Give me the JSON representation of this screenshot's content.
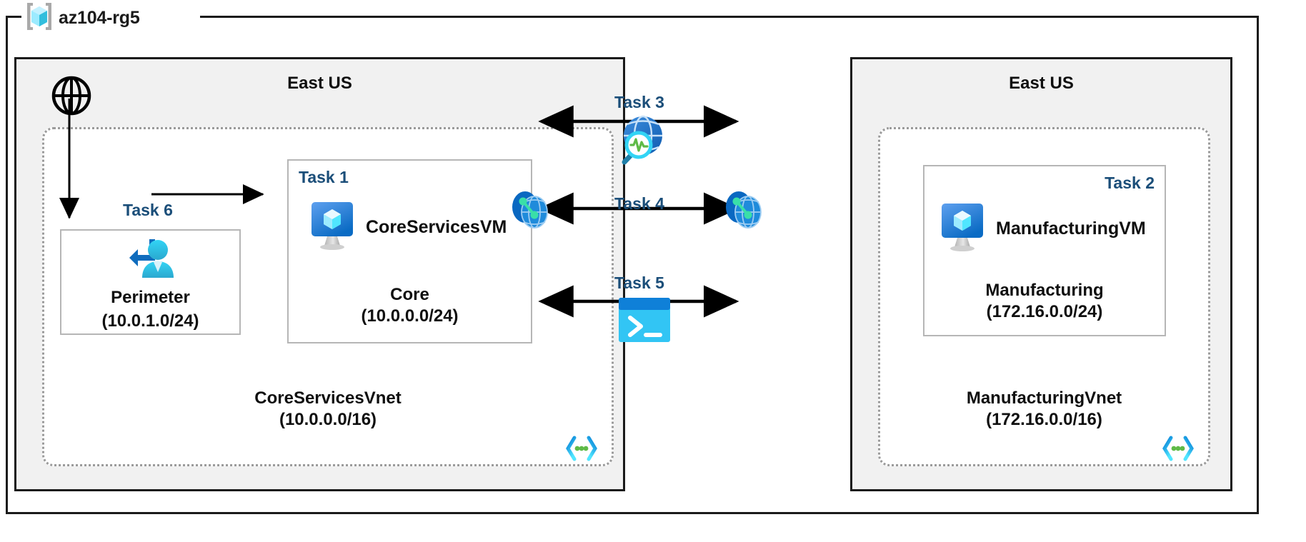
{
  "resource_group": {
    "name": "az104-rg5",
    "icon": "azure-resource-group-icon"
  },
  "regions": [
    {
      "id": "left",
      "title": "East US"
    },
    {
      "id": "right",
      "title": "East US"
    }
  ],
  "internet": {
    "icon": "globe-icon",
    "label": ""
  },
  "vnets": [
    {
      "id": "core-services-vnet",
      "name": "CoreServicesVnet",
      "cidr": "(10.0.0.0/16)",
      "corner_icon": "virtual-network-icon"
    },
    {
      "id": "manufacturing-vnet",
      "name": "ManufacturingVnet",
      "cidr": "(172.16.0.0/16)",
      "corner_icon": "virtual-network-icon"
    }
  ],
  "subnets": [
    {
      "id": "perimeter",
      "task": "Task 6",
      "task_align": "center",
      "name": "Perimeter",
      "cidr": "(10.0.1.0/24)",
      "icon": "bastion-user-icon"
    },
    {
      "id": "core",
      "task": "Task 1",
      "task_align": "left",
      "name": "Core",
      "cidr": "(10.0.0.0/24)",
      "vm_name": "CoreServicesVM",
      "icon": "virtual-machine-icon"
    },
    {
      "id": "manufacturing",
      "task": "Task 2",
      "task_align": "right",
      "name": "Manufacturing",
      "cidr": "(172.16.0.0/24)",
      "vm_name": "ManufacturingVM",
      "icon": "virtual-machine-icon"
    }
  ],
  "middle_tasks": [
    {
      "id": "task3",
      "label": "Task 3",
      "icon": "network-watcher-icon"
    },
    {
      "id": "task4",
      "label": "Task 4",
      "icon": "vnet-peering-icon"
    },
    {
      "id": "task5",
      "label": "Task 5",
      "icon": "cloud-shell-icon"
    }
  ],
  "peering_endpoints": [
    {
      "id": "peering-left",
      "icon": "vnet-peering-icon"
    },
    {
      "id": "peering-right",
      "icon": "vnet-peering-icon"
    }
  ],
  "colors": {
    "task_label": "#1b4e79",
    "region_fill": "#f1f1f1",
    "region_border": "#1b1b1b",
    "vnet_border": "#9a9a9a",
    "subnet_border": "#b6b6b6",
    "azure_blue": "#0078d4",
    "azure_cyan": "#50e6ff",
    "connector": "#000000",
    "accent_green": "#5fba47"
  }
}
